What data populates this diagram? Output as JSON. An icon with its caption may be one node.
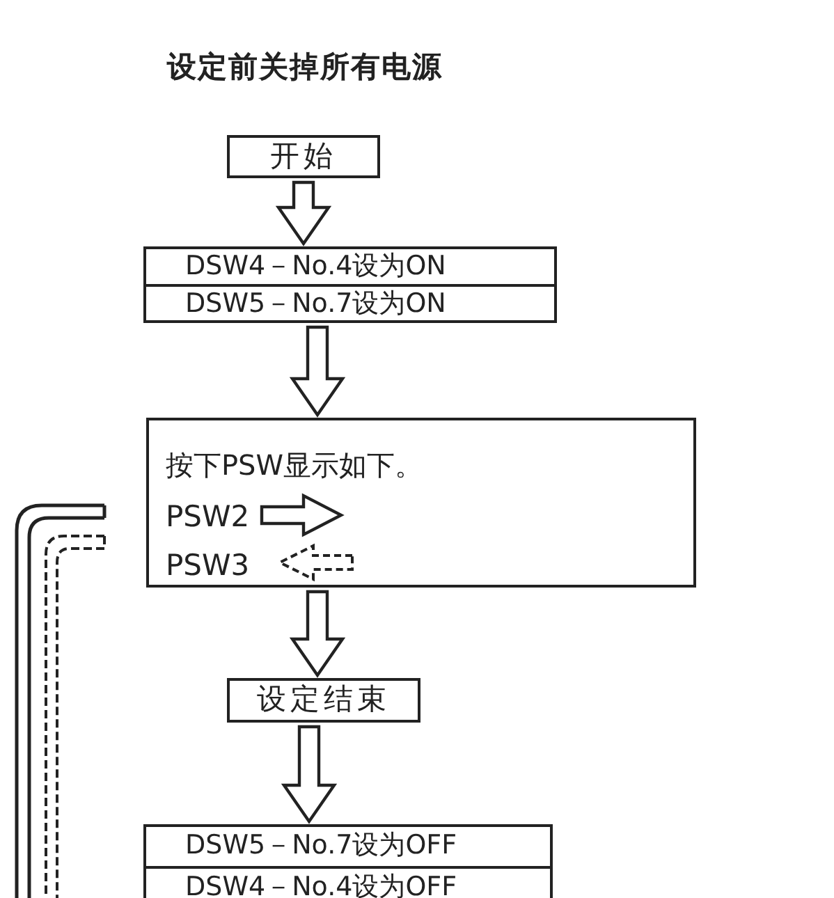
{
  "diagram": {
    "title": "设定前关掉所有电源",
    "nodes": [
      {
        "text": [
          "开始"
        ]
      },
      {
        "text": [
          "DSW4－No.4设为ON",
          "DSW5－No.7设为ON"
        ]
      },
      {
        "text": [
          "按下PSW显示如下。",
          "PSW2",
          "PSW3"
        ]
      },
      {
        "text": [
          "设定结束"
        ]
      },
      {
        "text": [
          "DSW5－No.7设为OFF",
          "DSW4－No.4设为OFF"
        ]
      }
    ],
    "edges": [
      {
        "from": 0,
        "to": 1,
        "arrow": "to"
      },
      {
        "from": 1,
        "to": 2,
        "arrow": "to"
      },
      {
        "from": 2,
        "to": 3,
        "arrow": "to"
      },
      {
        "from": 3,
        "to": 4,
        "arrow": "to"
      }
    ]
  }
}
